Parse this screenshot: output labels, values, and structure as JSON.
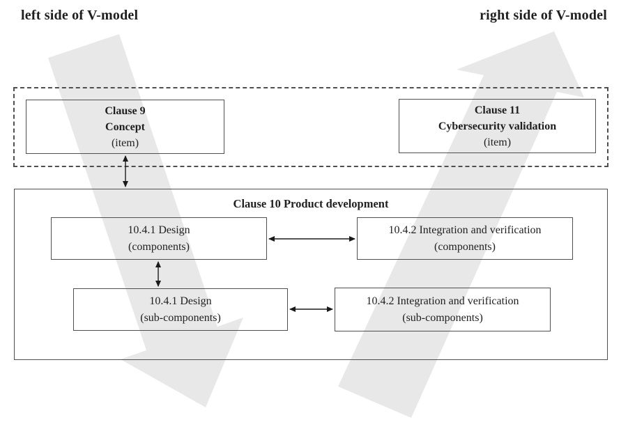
{
  "headers": {
    "left": "left side of V-model",
    "right": "right side of V-model"
  },
  "item_level": {
    "concept": {
      "clause": "Clause 9",
      "name": "Concept",
      "scope": "(item)"
    },
    "validation": {
      "clause": "Clause 11",
      "name": "Cybersecurity validation",
      "scope": "(item)"
    }
  },
  "product_development": {
    "title": "Clause 10 Product development",
    "design_components": {
      "name": "10.4.1 Design",
      "scope": "(components)"
    },
    "integration_components": {
      "name": "10.4.2 Integration and verification",
      "scope": "(components)"
    },
    "design_subcomponents": {
      "name": "10.4.1 Design",
      "scope": "(sub-components)"
    },
    "integration_subcomponents": {
      "name": "10.4.2 Integration and verification",
      "scope": "(sub-components)"
    }
  },
  "icons": {
    "left_background_arrow": "large-gray-block-arrow-pointing-down",
    "right_background_arrow": "large-gray-block-arrow-pointing-up",
    "connectors": "double-headed-arrow"
  },
  "colors": {
    "background_arrow": "#e8e8e8",
    "box_border": "#4f4f4f",
    "text": "#1f1f1f",
    "connector": "#1a1a1a"
  }
}
